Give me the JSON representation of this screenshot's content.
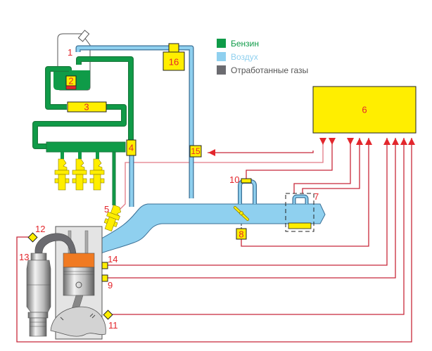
{
  "legend": {
    "items": [
      {
        "label": "Бензин",
        "color": "#0f9b48"
      },
      {
        "label": "Воздух",
        "color": "#8fd0ef"
      },
      {
        "label": "Отработанные газы",
        "color": "#6b6b70"
      }
    ]
  },
  "components": {
    "c1": "1",
    "c2": "2",
    "c3": "3",
    "c4": "4",
    "c5": "5",
    "c6": "6",
    "c7": "7",
    "c8": "8",
    "c9": "9",
    "c10": "10",
    "c11": "11",
    "c12": "12",
    "c13": "13",
    "c14": "14",
    "c15": "15",
    "c16": "16"
  },
  "colors": {
    "fuel": "#0f9b48",
    "air": "#8fd0ef",
    "exhaust": "#6b6b70",
    "sensor": "#ffee00",
    "wire": "#c8283a",
    "piston": "#f07a22"
  }
}
